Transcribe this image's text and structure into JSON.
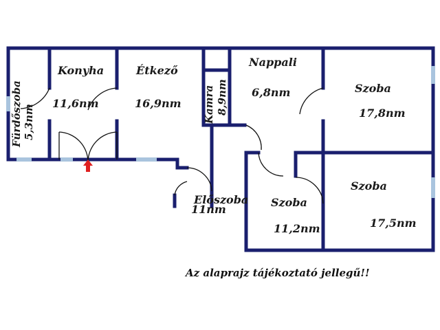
{
  "colors": {
    "wall": "#1a1f6e",
    "window": "#a9c4de",
    "door_arc": "#111111",
    "entrance_arrow": "#e02020",
    "text": "#1a1a1a"
  },
  "rooms": [
    {
      "id": "furdoszoba",
      "name": "Fürdőszoba",
      "area": "5,3nm"
    },
    {
      "id": "konyha",
      "name": "Konyha",
      "area": "11,6nm"
    },
    {
      "id": "etkezo",
      "name": "Étkező",
      "area": "16,9nm"
    },
    {
      "id": "kamra",
      "name": "Kamra",
      "area": "8,9nm"
    },
    {
      "id": "nappali",
      "name": "Nappali",
      "area": "6,8nm"
    },
    {
      "id": "szoba1",
      "name": "Szoba",
      "area": "17,8nm"
    },
    {
      "id": "szoba2",
      "name": "Szoba",
      "area": "17,5nm"
    },
    {
      "id": "szoba3",
      "name": "Szoba",
      "area": "11,2nm"
    },
    {
      "id": "eloszoba",
      "name": "Előszoba",
      "area": "11nm"
    }
  ],
  "note": "Az alaprajz tájékoztató jellegű!!",
  "entrance_icon": "entrance-arrow-icon"
}
